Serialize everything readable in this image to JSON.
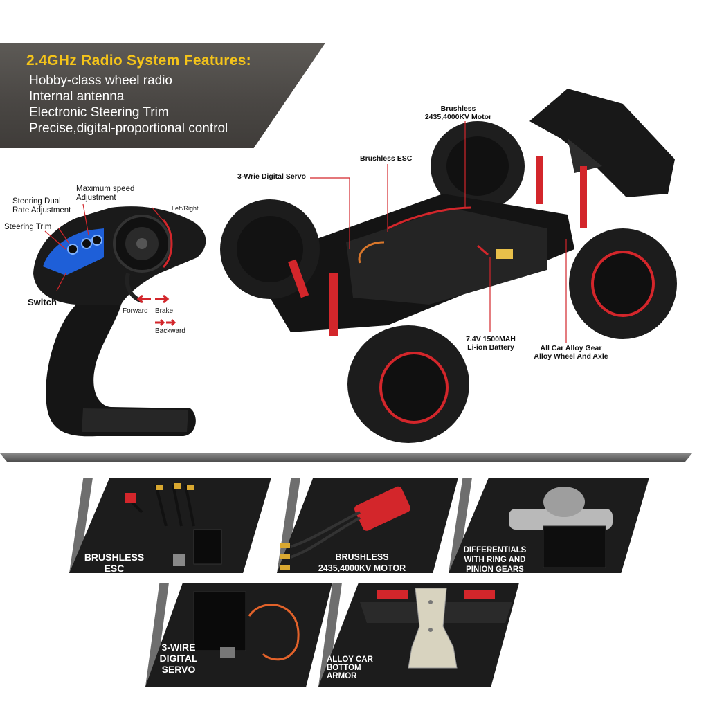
{
  "banner": {
    "title": "2.4GHz Radio System Features:",
    "features": [
      "Hobby-class wheel radio",
      "Internal antenna",
      "Electronic Steering Trim",
      "Precise,digital-proportional control"
    ]
  },
  "controller": {
    "labels": {
      "max_speed": "Maximum speed\nAdjustment",
      "dual_rate": "Steering Dual\nRate Adjustment",
      "trim": "Steering Trim",
      "left_right": "Left/Right",
      "switch": "Switch",
      "forward": "Forward",
      "brake": "Brake",
      "backward": "Backward"
    }
  },
  "truck_callouts": {
    "motor": "Brushless\n2435,4000KV Motor",
    "esc": "Brushless ESC",
    "servo": "3-Wrie Digital Servo",
    "battery": "7.4V 1500MAH\nLi-ion Battery",
    "gear": "All Car Alloy Gear\nAlloy Wheel And Axle"
  },
  "tiles": [
    {
      "label": "BRUSHLESS\nESC"
    },
    {
      "label": "BRUSHLESS\n2435,4000KV MOTOR"
    },
    {
      "label": "DIFFERENTIALS\nWITH RING AND\nPINION GEARS"
    },
    {
      "label": "3-WIRE\nDIGITAL\nSERVO"
    },
    {
      "label": "ALLOY CAR\nBOTTOM\nARMOR"
    }
  ],
  "colors": {
    "accent_yellow": "#f4c41a",
    "accent_red": "#d3262b",
    "tile_dark": "#1c1c1c",
    "controller_blue": "#1e5fd8"
  }
}
